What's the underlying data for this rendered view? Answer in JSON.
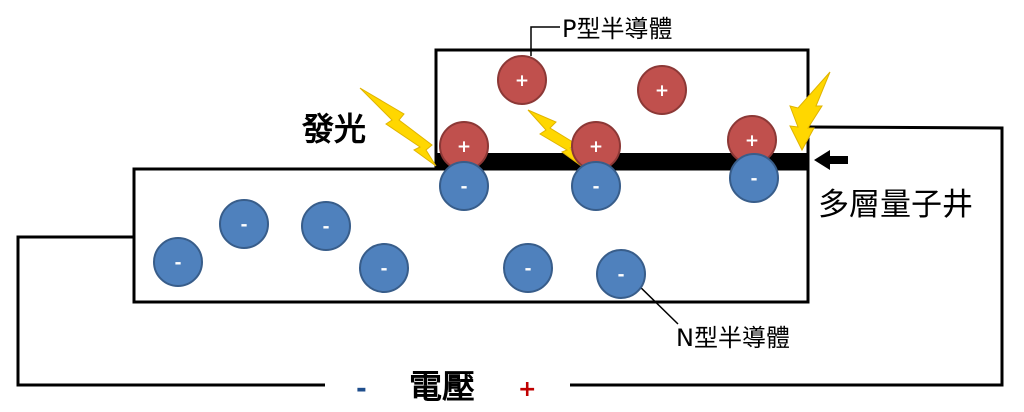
{
  "labels": {
    "p_type": "P型半導體",
    "n_type": "N型半導體",
    "light": "發光",
    "quantum_well": "多層量子井",
    "voltage": "電壓",
    "minus": "-",
    "plus": "+"
  },
  "holes": [
    {
      "sign": "+"
    },
    {
      "sign": "+"
    },
    {
      "sign": "+"
    },
    {
      "sign": "+"
    },
    {
      "sign": "+"
    }
  ],
  "electrons": [
    {
      "sign": "-"
    },
    {
      "sign": "-"
    },
    {
      "sign": "-"
    },
    {
      "sign": "-"
    },
    {
      "sign": "-"
    },
    {
      "sign": "-"
    },
    {
      "sign": "-"
    },
    {
      "sign": "-"
    },
    {
      "sign": "-"
    }
  ],
  "colors": {
    "hole": "#c0504d",
    "hole_stroke": "#8c3836",
    "electron": "#4f81bd",
    "electron_stroke": "#385d8a",
    "lightning": "#ffd700",
    "minus_sign": "#1f4e8c",
    "plus_sign": "#c00000"
  }
}
